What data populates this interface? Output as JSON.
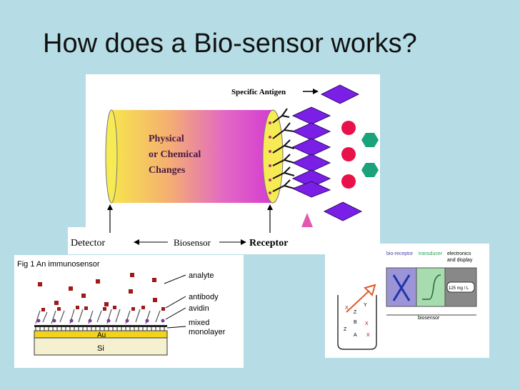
{
  "slide": {
    "title": "How does a Bio-sensor works?"
  },
  "main_diagram": {
    "specific_antigen_label": "Specific Antigen",
    "changes_line1": "Physical",
    "changes_line2": "or Chemical",
    "changes_line3": "Changes",
    "detector_label": "Detector",
    "biosensor_label": "Biosensor",
    "receptor_label": "Receptor",
    "colors": {
      "diamond": "#7a1fe6",
      "circle": "#e8114a",
      "hexagon": "#1aa37a",
      "triangle": "#e25ab0",
      "cylinder_start": "#f3e24a",
      "cylinder_end": "#d63cd0"
    }
  },
  "immunosensor": {
    "fig_caption": "Fig 1 An immunosensor",
    "analyte_label": "analyte",
    "antibody_label": "antibody",
    "avidin_label": "avidin",
    "mixed_label": "mixed",
    "monolayer_label": "monolayer",
    "au_label": "Au",
    "si_label": "Si"
  },
  "biosensor_schematic": {
    "bio_receptor_label": "bio-receptor",
    "transducer_label": "transducer",
    "electronics_label": "electronics",
    "display_label": "and display",
    "reading": "125 mg / L",
    "biosensor_label": "biosensor",
    "sample_letters": [
      "X",
      "Y",
      "Z",
      "B",
      "X",
      "Z",
      "A",
      "X"
    ]
  }
}
